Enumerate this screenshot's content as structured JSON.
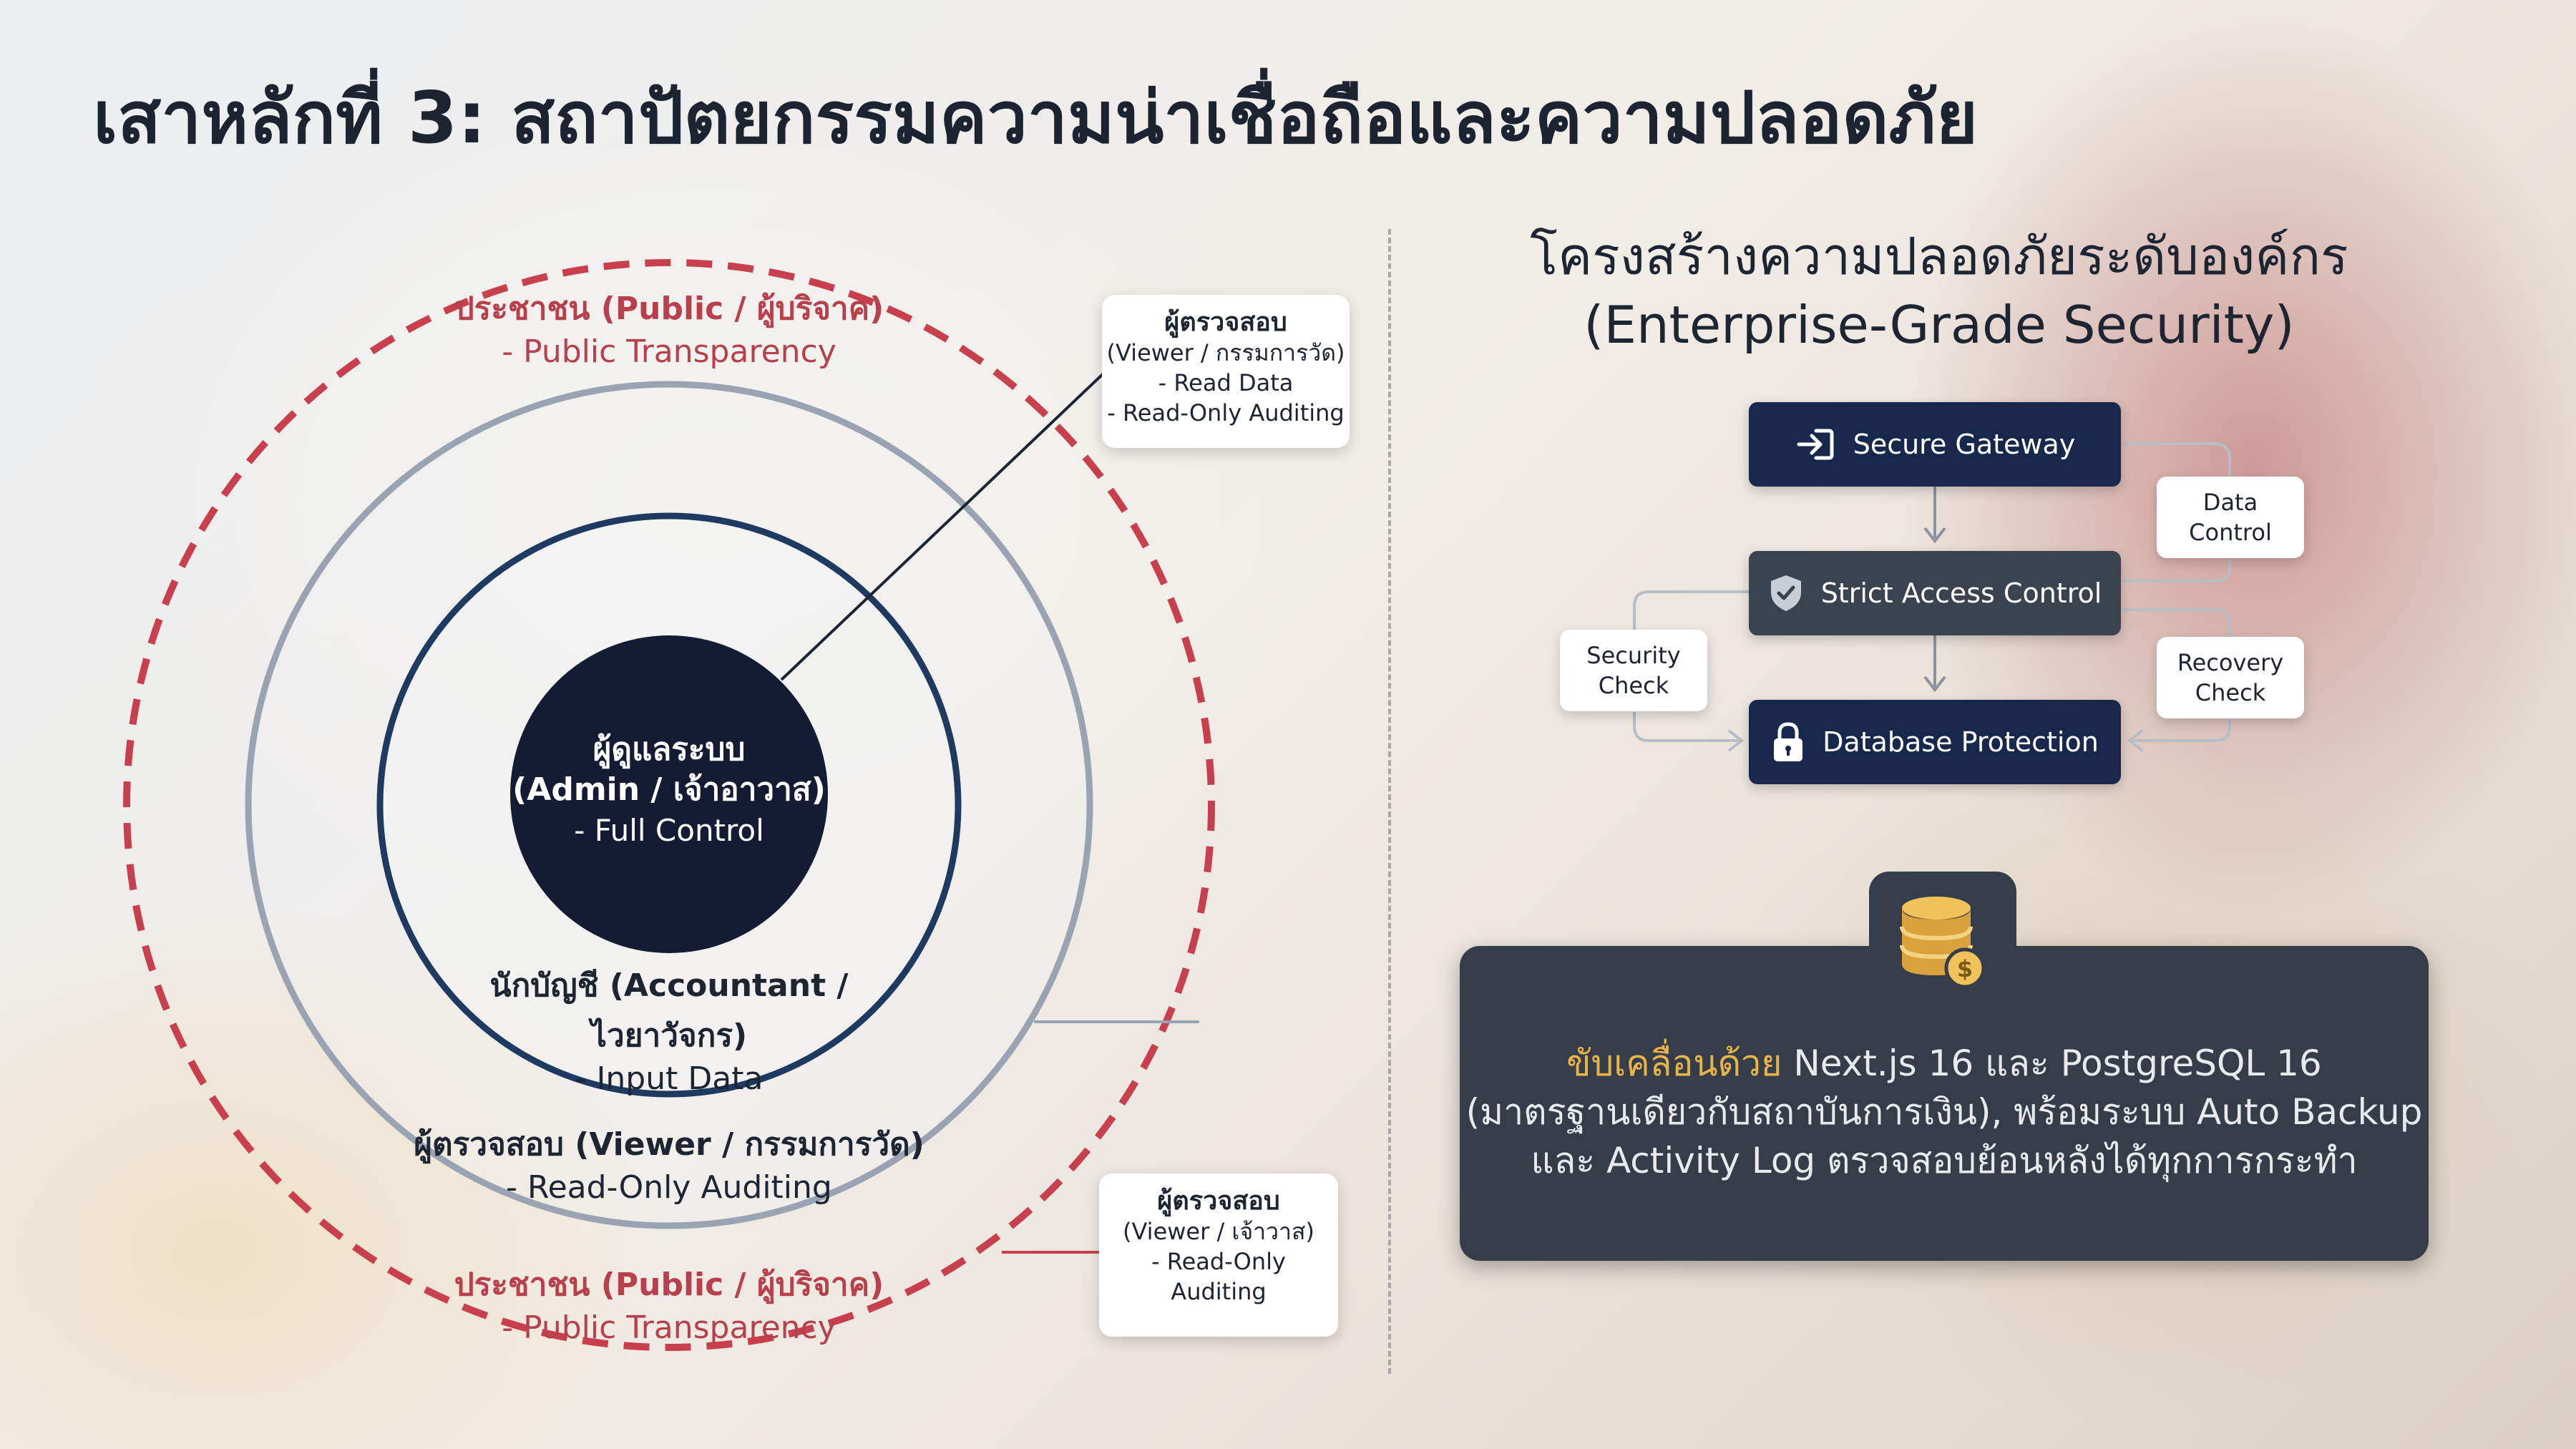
{
  "title": "เสาหลักที่ 3: สถาปัตยกรรมความน่าเชื่อถือและความปลอดภัย",
  "rings": {
    "outer_top": {
      "line1": "ประชาชน (Public / ผู้บริจาค)",
      "line2": "- Public Transparency"
    },
    "outer_bottom": {
      "line1": "ประชาชน (Public / ผู้บริจาค)",
      "line2": "- Public Transparency"
    },
    "viewer": {
      "line1": "ผู้ตรวจสอบ (Viewer / กรรมการวัด)",
      "line2": "- Read-Only Auditing"
    },
    "accountant": {
      "line1": "นักบัญชี (Accountant /",
      "line1b": "ไวยาวัจกร)",
      "line2": "- Input Data"
    },
    "admin": {
      "line1": "ผู้ดูแลระบบ",
      "line1b": "(Admin / เจ้าอาวาส)",
      "line2": "- Full Control"
    }
  },
  "callouts": {
    "top": {
      "heading": "ผู้ตรวจสอบ",
      "line1": "(Viewer / กรรมการวัด)",
      "line2": "- Read Data",
      "line3": "- Read-Only Auditing"
    },
    "bottom": {
      "heading": "ผู้ตรวจสอบ",
      "line1": "(Viewer / เจ้าวาส)",
      "line2": "- Read-Only",
      "line3": "Auditing"
    }
  },
  "security": {
    "title_line1": "โครงสร้างความปลอดภัยระดับองค์กร",
    "title_line2": "(Enterprise-Grade Security)",
    "flow": [
      {
        "label": "Secure Gateway",
        "icon": "login-arrow-icon"
      },
      {
        "label": "Strict Access Control",
        "icon": "shield-check-icon"
      },
      {
        "label": "Database Protection",
        "icon": "padlock-icon"
      }
    ],
    "side_boxes": {
      "data_control": {
        "line1": "Data",
        "line2": "Control"
      },
      "security_check": {
        "line1": "Security",
        "line2": "Check"
      },
      "recovery_check": {
        "line1": "Recovery",
        "line2": "Check"
      }
    }
  },
  "info": {
    "accent": "ขับเคลื่อนด้วย",
    "line1_rest": " Next.js 16 และ PostgreSQL 16",
    "line2": "(มาตรฐานเดียวกับสถาบันการเงิน), พร้อมระบบ Auto Backup",
    "line3": "และ Activity Log ตรวจสอบย้อนหลังได้ทุกการกระทำ",
    "icon": "database-coin-icon"
  },
  "colors": {
    "outer_ring": "#c8404e",
    "viewer_ring": "#9aa3b2",
    "accountant_ring": "#1f3a60",
    "core": "#131c33",
    "navy_box": "#18284d",
    "slate_box": "#3a4350",
    "accent_gold": "#e8b44a"
  }
}
